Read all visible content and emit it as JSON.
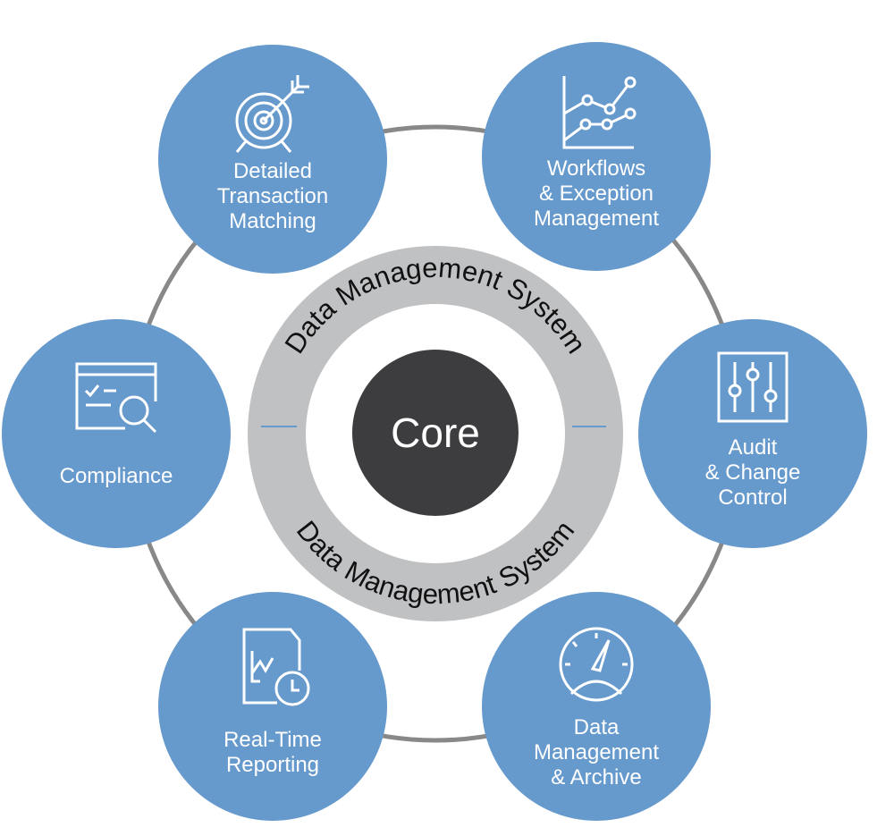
{
  "core": {
    "label": "Core"
  },
  "ring": {
    "top_text": "Data Management System",
    "bottom_text": "Data Management System"
  },
  "nodes": [
    {
      "id": "transaction-matching",
      "icon": "target-icon",
      "lines": [
        "Detailed",
        "Transaction",
        "Matching"
      ]
    },
    {
      "id": "workflows",
      "icon": "line-chart-icon",
      "lines": [
        "Workflows",
        "& Exception",
        "Management"
      ]
    },
    {
      "id": "audit",
      "icon": "sliders-icon",
      "lines": [
        "Audit",
        "& Change",
        "Control"
      ]
    },
    {
      "id": "data-archive",
      "icon": "gauge-icon",
      "lines": [
        "Data",
        "Management",
        "& Archive"
      ]
    },
    {
      "id": "reporting",
      "icon": "report-clock-icon",
      "lines": [
        "Real-Time",
        "Reporting"
      ]
    },
    {
      "id": "compliance",
      "icon": "document-search-icon",
      "lines": [
        "Compliance"
      ]
    }
  ],
  "colors": {
    "node": "#6699cc",
    "core": "#3d3d3f",
    "ring": "#c0c1c3",
    "orbit": "#888888",
    "dash": "#6699cc"
  }
}
